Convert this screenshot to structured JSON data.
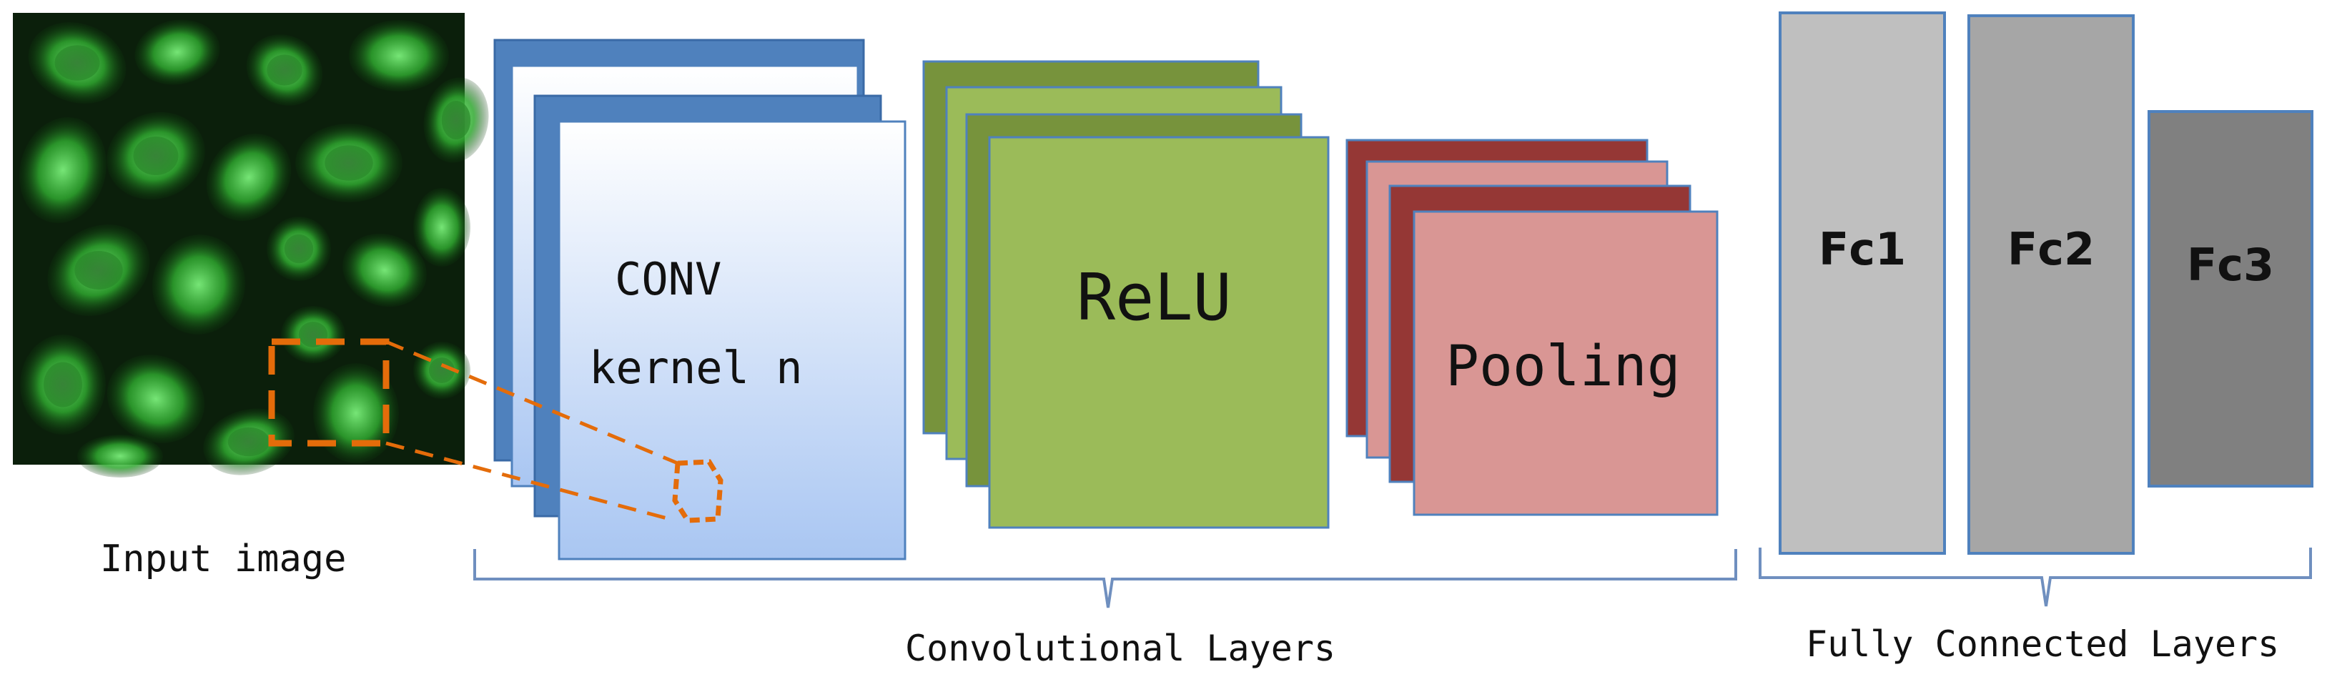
{
  "input": {
    "caption": "Input image"
  },
  "layers": {
    "conv": {
      "line1": "CONV",
      "line2": "kernel n"
    },
    "relu": {
      "label": "ReLU"
    },
    "pool": {
      "label": "Pooling"
    },
    "fc1": {
      "label": "Fc1"
    },
    "fc2": {
      "label": "Fc2"
    },
    "fc3": {
      "label": "Fc3"
    }
  },
  "groups": {
    "conv_layers": "Convolutional Layers",
    "fc_layers": "Fully Connected Layers"
  },
  "colors": {
    "conv_back": "#4f81bd",
    "conv_front_top": "#ffffff",
    "conv_front_bottom": "#a9c6f2",
    "relu_back": "#77933c",
    "relu_front": "#9bbb59",
    "pool_back": "#953735",
    "pool_front": "#d99694",
    "fc1": "#bfbfbf",
    "fc2": "#a6a6a6",
    "fc3": "#808080",
    "cell": "#3fbf3f",
    "highlight": "#e46c0a"
  }
}
